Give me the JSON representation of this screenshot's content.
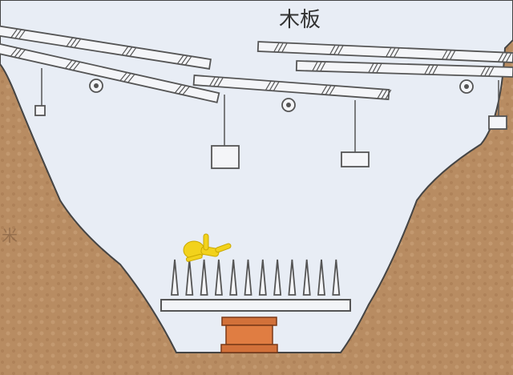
{
  "labels": {
    "plank": "木板",
    "side_text": "米"
  },
  "colors": {
    "soil": "#b88c62",
    "pit": "#e8edf5",
    "outline": "#555555",
    "figure": "#f2d21c",
    "box": "#d2713a"
  },
  "icons": [
    "plank",
    "pulley-wheel",
    "weight-block",
    "spike",
    "trapped-figure",
    "wooden-box"
  ]
}
